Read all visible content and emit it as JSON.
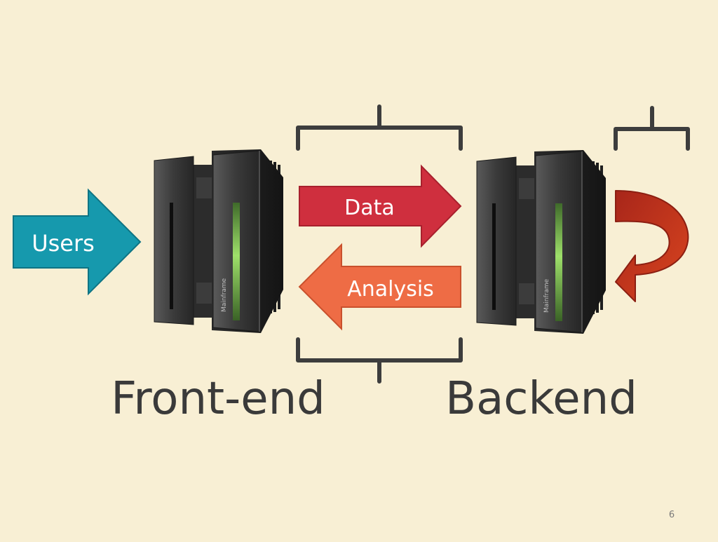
{
  "labels": {
    "users": "Users",
    "data": "Data",
    "analysis": "Analysis",
    "front_end": "Front-end",
    "backend": "Backend",
    "server_tag": "Mainframe"
  },
  "page_number": "6",
  "colors": {
    "background": "#f8efd4",
    "users_arrow": "#1699ad",
    "data_arrow": "#cf2f3e",
    "analysis_arrow": "#ee6c45",
    "loop_arrow": "#c8361b",
    "bracket": "#3d3d3d",
    "caption_text": "#3a3a3a"
  }
}
